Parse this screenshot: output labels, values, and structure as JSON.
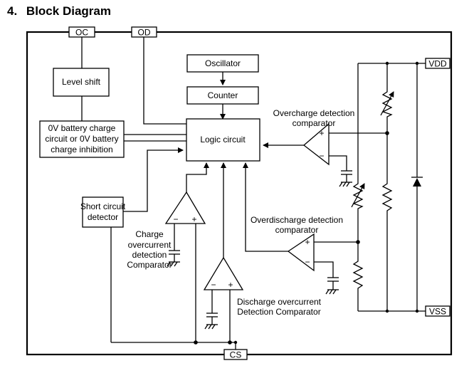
{
  "heading": {
    "number": "4.",
    "title": "Block Diagram"
  },
  "pins": {
    "oc": "OC",
    "od": "OD",
    "vdd": "VDD",
    "vss": "VSS",
    "cs": "CS"
  },
  "blocks": {
    "level_shift": "Level shift",
    "oscillator": "Oscillator",
    "counter": "Counter",
    "logic_circuit": "Logic circuit",
    "charge_inhibit": [
      "0V battery charge",
      "circuit or 0V battery",
      "charge inhibition"
    ],
    "short_circuit": [
      "Short circuit",
      "detector"
    ]
  },
  "comparators": {
    "overcharge": [
      "Overcharge detection",
      "comparator"
    ],
    "overdischarge": [
      "Overdischarge detection",
      "comparator"
    ],
    "charge_overcurrent": [
      "Charge",
      "overcurrent",
      "detection",
      "Comparator"
    ],
    "discharge_overcurrent": [
      "Discharge overcurrent",
      "Detection Comparator"
    ]
  },
  "symbols": {
    "plus": "+",
    "minus": "−"
  }
}
